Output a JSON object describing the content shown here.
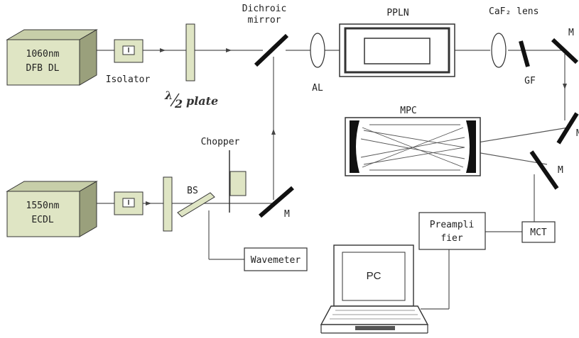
{
  "lasers": {
    "laser1": {
      "line1": "1060nm",
      "line2": "DFB DL"
    },
    "laser2": {
      "line1": "1550nm",
      "line2": "ECDL"
    }
  },
  "labels": {
    "isolator": "Isolator",
    "half_wave_plate": "plate",
    "dichroic_mirror_line1": "Dichroic",
    "dichroic_mirror_line2": "mirror",
    "al": "AL",
    "ppln": "PPLN",
    "caf2_lens": "CaF₂ lens",
    "gf": "GF",
    "mirror": "M",
    "mpc": "MPC",
    "chopper": "Chopper",
    "bs": "BS",
    "wavemeter": "Wavemeter",
    "preamplifier_line1": "Preampli",
    "preamplifier_line2": "fier",
    "mct": "MCT",
    "pc": "PC"
  },
  "colors": {
    "box_fill": "#dfe5c4",
    "box_top": "#c7cea9",
    "box_side": "#9aa07c",
    "line": "#444444",
    "mirror": "#111111"
  }
}
